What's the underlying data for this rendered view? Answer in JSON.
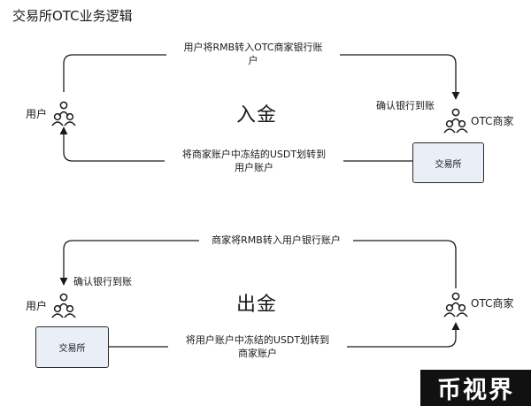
{
  "title": "交易所OTC业务逻辑",
  "deposit": {
    "center_label": "入金",
    "user_label": "用户",
    "merchant_label": "OTC商家",
    "top_arrow_line1": "用户将RMB转入OTC商家银行账",
    "top_arrow_line2": "户",
    "confirm_label": "确认银行到账",
    "bottom_arrow_line1": "将商家账户中冻结的USDT划转到",
    "bottom_arrow_line2": "用户账户",
    "exchange_box": "交易所"
  },
  "withdraw": {
    "center_label": "出金",
    "user_label": "用户",
    "merchant_label": "OTC商家",
    "top_arrow_label": "商家将RMB转入用户银行账户",
    "confirm_label": "确认银行到账",
    "bottom_arrow_line1": "将用户账户中冻结的USDT划转到",
    "bottom_arrow_line2": "商家账户",
    "exchange_box": "交易所"
  },
  "brand": "币视界"
}
